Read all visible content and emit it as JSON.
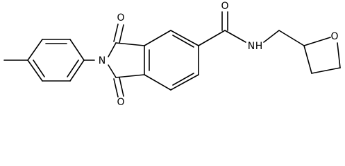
{
  "atoms": [
    {
      "id": "O_imide_top",
      "label": "O"
    },
    {
      "id": "O_imide_bottom",
      "label": "O"
    },
    {
      "id": "N_imide",
      "label": "N"
    },
    {
      "id": "O_amide",
      "label": "O"
    },
    {
      "id": "N_amide",
      "label": "N"
    },
    {
      "id": "H_amide",
      "label": "H"
    },
    {
      "id": "O_thf",
      "label": "O"
    }
  ]
}
